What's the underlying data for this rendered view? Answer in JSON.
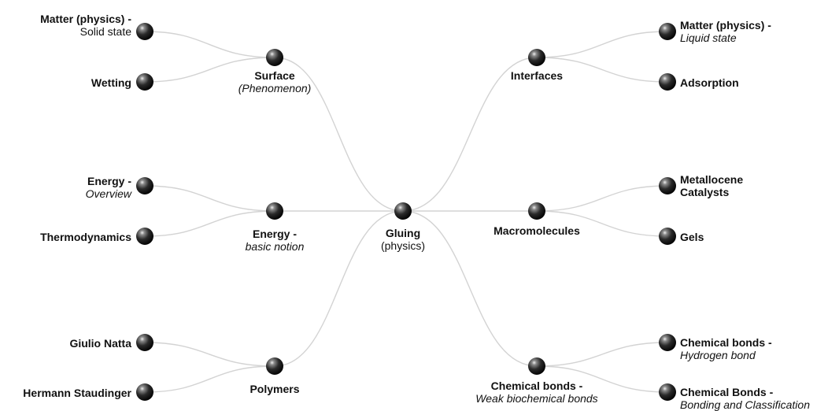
{
  "diagram": {
    "center": {
      "line1": "Gluing",
      "line2": "(physics)"
    },
    "branches": [
      {
        "key": "surface",
        "line1": "Surface",
        "line2": "(Phenomenon)",
        "leaves": [
          {
            "line1": "Matter (physics) -",
            "line2": "Solid state"
          },
          {
            "line1": "Wetting",
            "line2": ""
          }
        ]
      },
      {
        "key": "energy",
        "line1": "Energy -",
        "line2": "basic notion",
        "leaves": [
          {
            "line1": "Energy  -",
            "line2": "Overview"
          },
          {
            "line1": "Thermodynamics",
            "line2": ""
          }
        ]
      },
      {
        "key": "polymers",
        "line1": "Polymers",
        "line2": "",
        "leaves": [
          {
            "line1": "Giulio Natta",
            "line2": ""
          },
          {
            "line1": "Hermann Staudinger",
            "line2": ""
          }
        ]
      },
      {
        "key": "interfaces",
        "line1": "Interfaces",
        "line2": "",
        "leaves": [
          {
            "line1": "Matter (physics) -",
            "line2": "Liquid state"
          },
          {
            "line1": "Adsorption",
            "line2": ""
          }
        ]
      },
      {
        "key": "macromolecules",
        "line1": "Macromolecules",
        "line2": "",
        "leaves": [
          {
            "line1": "Metallocene",
            "line2": "Catalysts"
          },
          {
            "line1": "Gels",
            "line2": ""
          }
        ]
      },
      {
        "key": "chembonds",
        "line1": "Chemical bonds -",
        "line2": "Weak biochemical bonds",
        "leaves": [
          {
            "line1": "Chemical bonds -",
            "line2": "Hydrogen bond"
          },
          {
            "line1": "Chemical Bonds -",
            "line2": "Bonding and Classification"
          }
        ]
      }
    ]
  }
}
